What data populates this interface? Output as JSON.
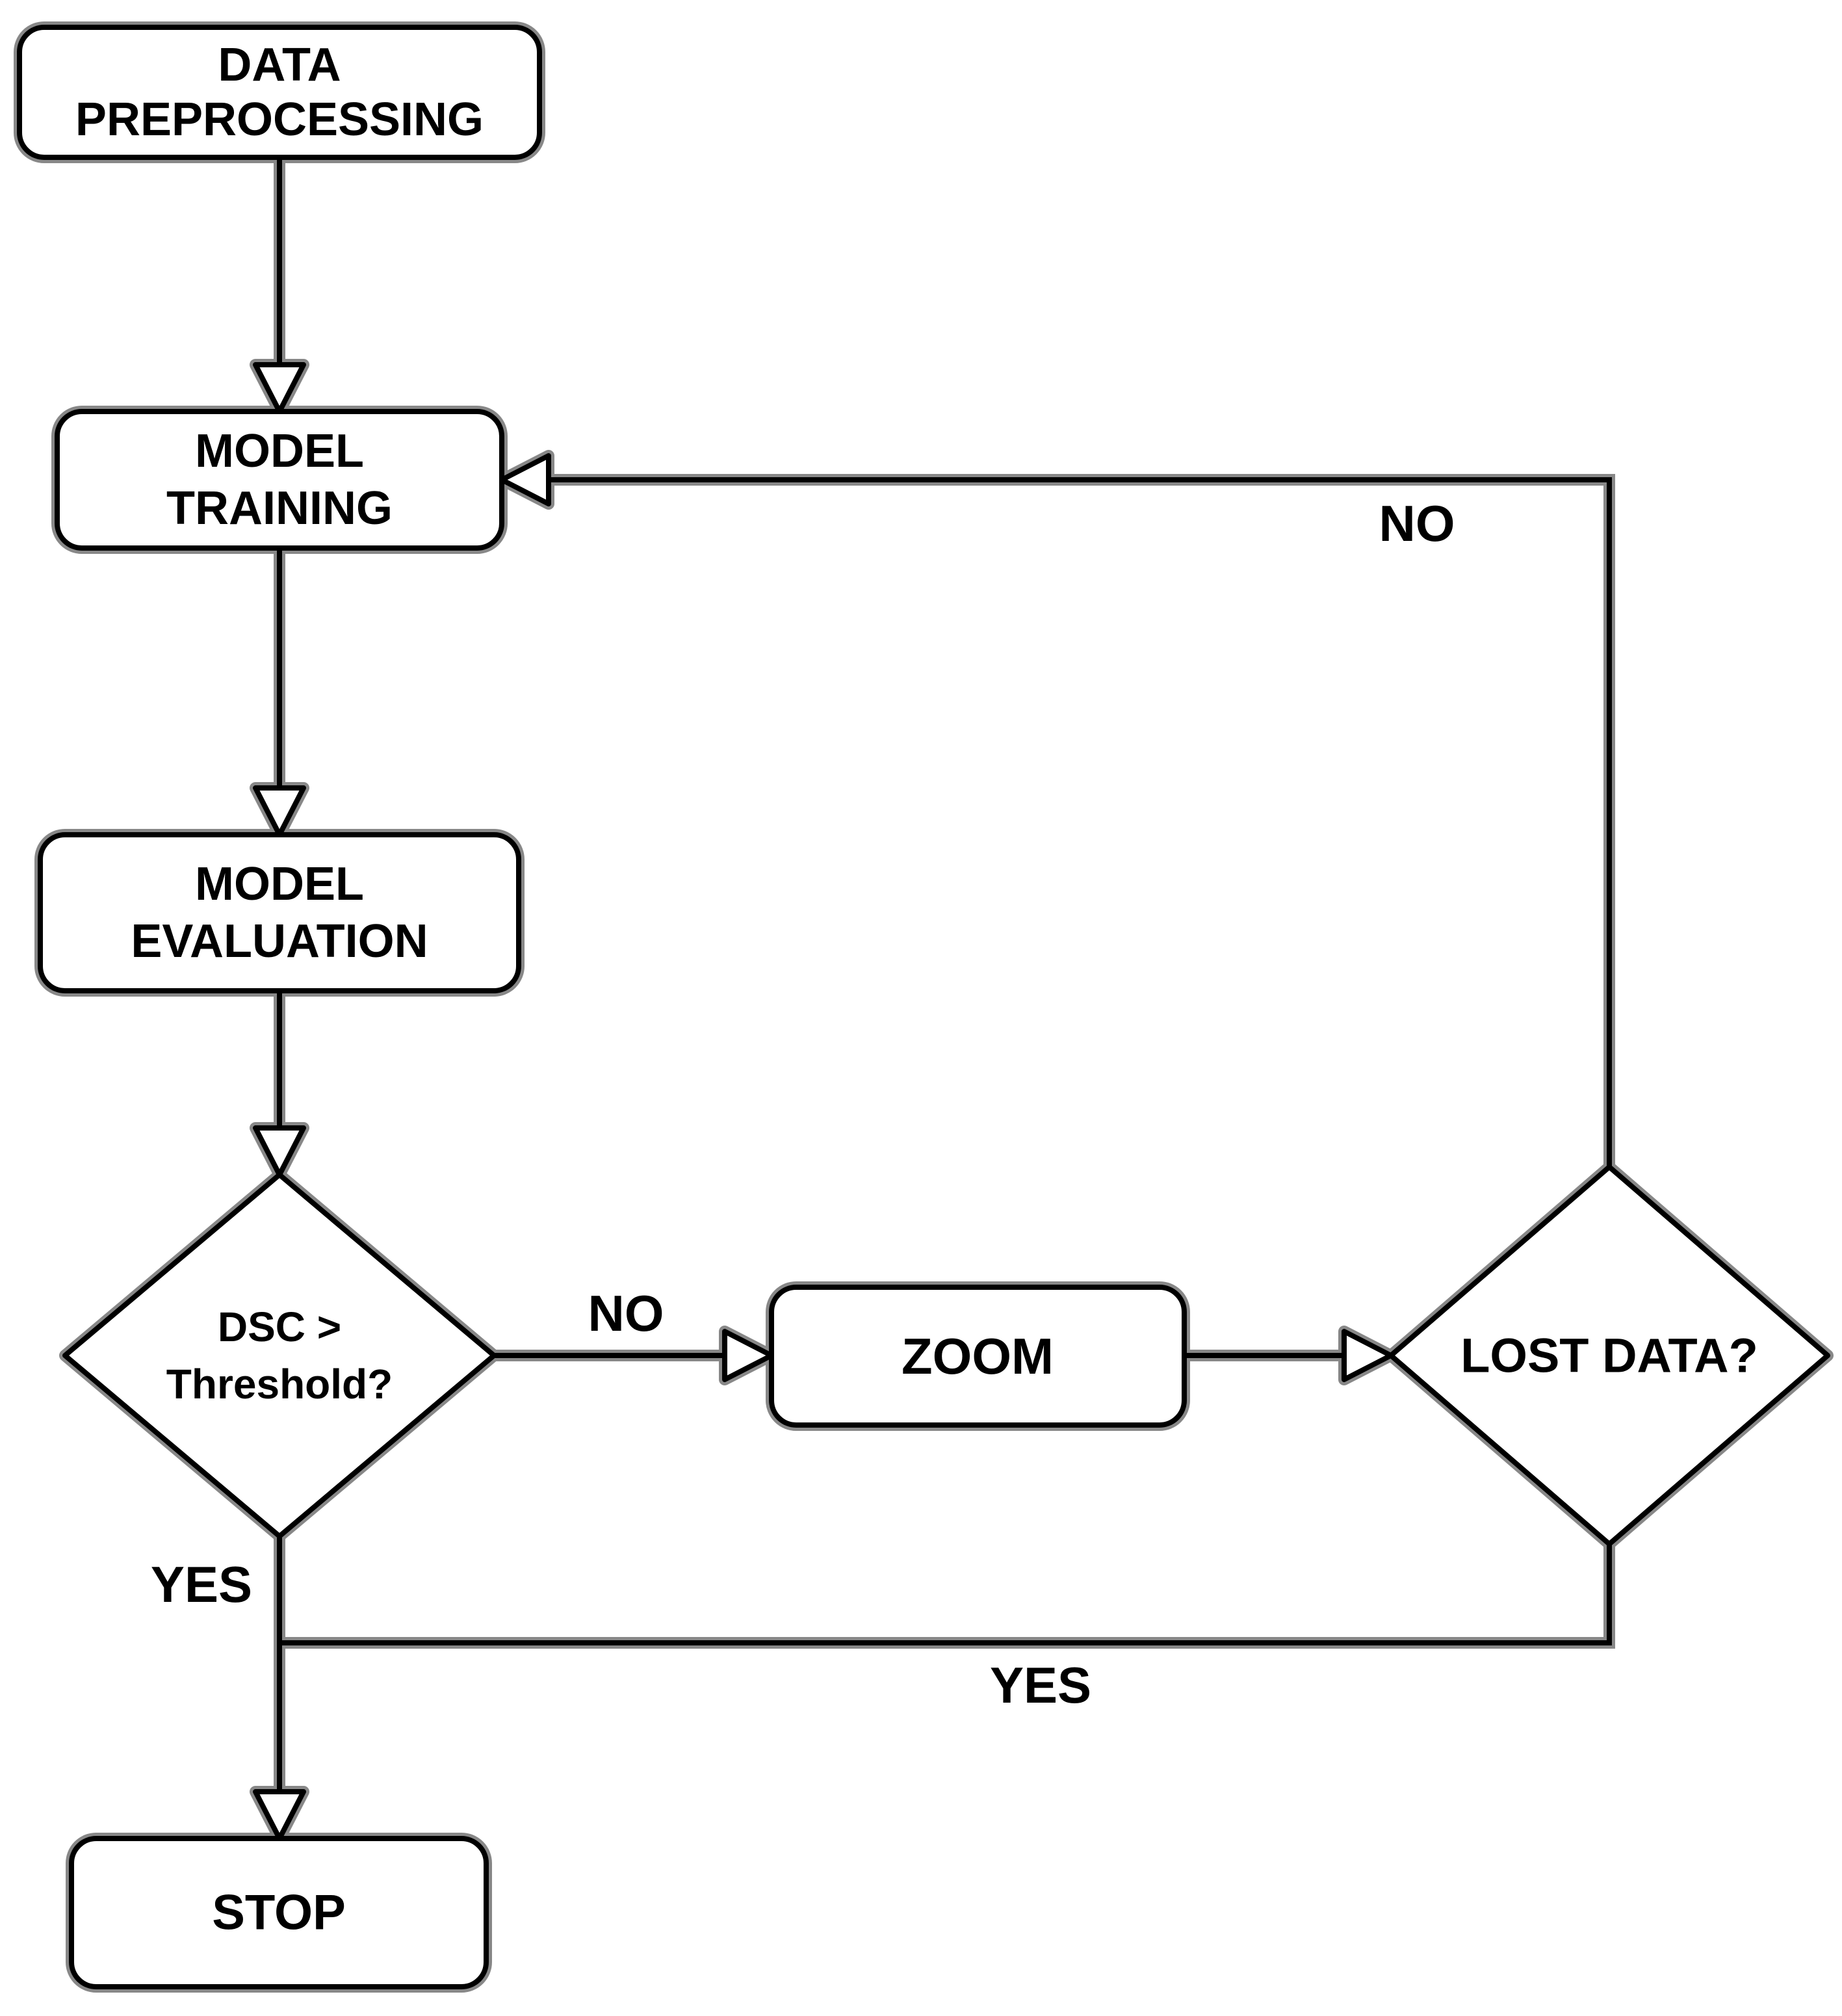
{
  "diagram": {
    "type": "flowchart",
    "background": "#ffffff",
    "stroke_color": "#000000",
    "shadow_color": "#888888",
    "node_fill": "#ffffff",
    "nodes": {
      "data_preprocessing": {
        "shape": "rounded-rect",
        "lines": [
          "DATA",
          "PREPROCESSING"
        ]
      },
      "model_training": {
        "shape": "rounded-rect",
        "lines": [
          "MODEL",
          "TRAINING"
        ]
      },
      "model_evaluation": {
        "shape": "rounded-rect",
        "lines": [
          "MODEL",
          "EVALUATION"
        ]
      },
      "dsc_threshold": {
        "shape": "diamond",
        "lines": [
          "DSC >",
          "Threshold?"
        ]
      },
      "zoom": {
        "shape": "rounded-rect",
        "lines": [
          "ZOOM"
        ]
      },
      "lost_data": {
        "shape": "diamond",
        "lines": [
          "LOST DATA?"
        ]
      },
      "stop": {
        "shape": "rounded-rect",
        "lines": [
          "STOP"
        ]
      }
    },
    "edge_labels": {
      "dsc_no": "NO",
      "dsc_yes": "YES",
      "lost_no": "NO",
      "lost_yes": "YES"
    }
  }
}
